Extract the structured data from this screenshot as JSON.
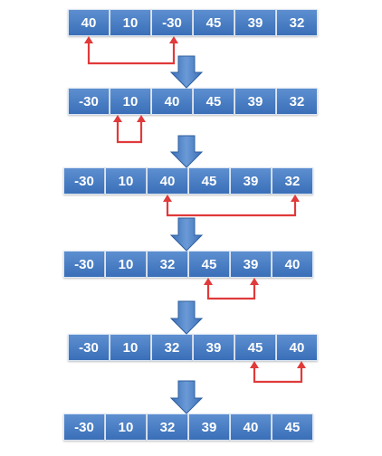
{
  "steps": [
    {
      "values": [
        "40",
        "10",
        "-30",
        "45",
        "39",
        "32"
      ]
    },
    {
      "values": [
        "-30",
        "10",
        "40",
        "45",
        "39",
        "32"
      ]
    },
    {
      "values": [
        "-30",
        "10",
        "40",
        "45",
        "39",
        "32"
      ]
    },
    {
      "values": [
        "-30",
        "10",
        "32",
        "45",
        "39",
        "40"
      ]
    },
    {
      "values": [
        "-30",
        "10",
        "32",
        "39",
        "45",
        "40"
      ]
    },
    {
      "values": [
        "-30",
        "10",
        "32",
        "39",
        "40",
        "45"
      ]
    }
  ],
  "colors": {
    "cell_fill": "#4a7fc4",
    "cell_text": "#ffffff",
    "swap_arrow": "#e03a3a",
    "step_arrow": "#4a7fc4"
  },
  "icons": {
    "step_arrow": "down-arrow-icon",
    "swap_connector": "swap-arrow-icon"
  }
}
